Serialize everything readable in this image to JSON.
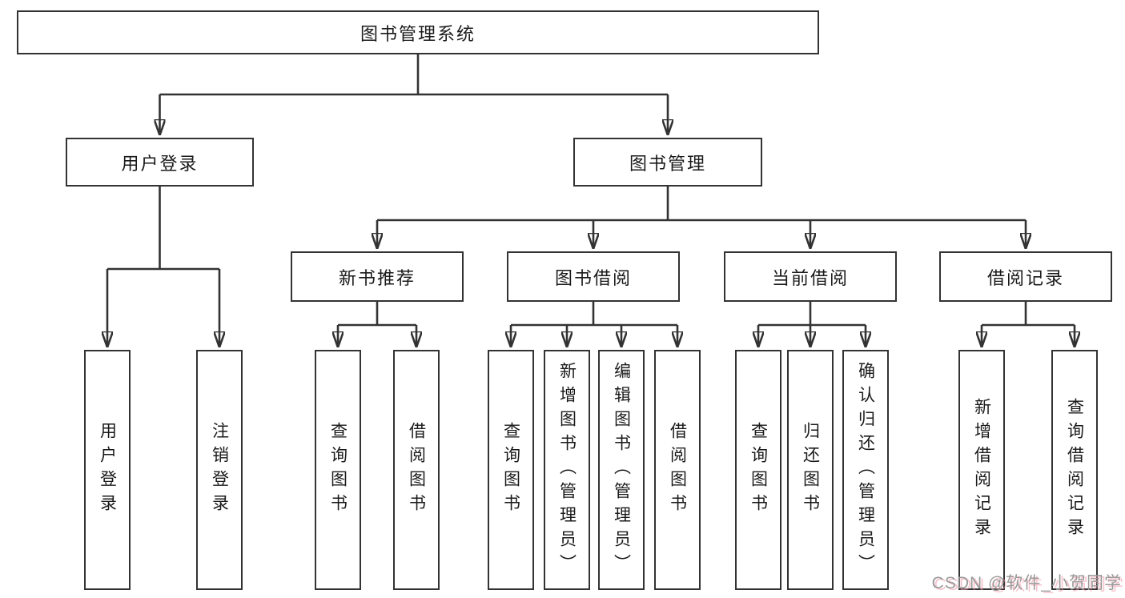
{
  "diagram": {
    "root": {
      "label": "图书管理系统"
    },
    "level2": [
      {
        "id": "user-login",
        "label": "用户登录"
      },
      {
        "id": "book-management",
        "label": "图书管理"
      }
    ],
    "level3": [
      {
        "id": "new-book-recommend",
        "label": "新书推荐"
      },
      {
        "id": "book-borrowing",
        "label": "图书借阅"
      },
      {
        "id": "current-borrowing",
        "label": "当前借阅"
      },
      {
        "id": "borrowing-records",
        "label": "借阅记录"
      }
    ],
    "leaves": [
      {
        "id": "user-login",
        "label": "用户登录"
      },
      {
        "id": "logout",
        "label": "注销登录"
      },
      {
        "id": "query-books-1",
        "label": "查询图书"
      },
      {
        "id": "borrow-books-1",
        "label": "借阅图书"
      },
      {
        "id": "query-books-2",
        "label": "查询图书"
      },
      {
        "id": "add-book-admin",
        "label": "新增图书（管理员）"
      },
      {
        "id": "edit-book-admin",
        "label": "编辑图书（管理员）"
      },
      {
        "id": "borrow-books-2",
        "label": "借阅图书"
      },
      {
        "id": "query-books-3",
        "label": "查询图书"
      },
      {
        "id": "return-books",
        "label": "归还图书"
      },
      {
        "id": "confirm-return-admin",
        "label": "确认归还（管理员）"
      },
      {
        "id": "add-borrow-record",
        "label": "新增借阅记录"
      },
      {
        "id": "query-borrow-record",
        "label": "查询借阅记录"
      }
    ],
    "watermark": "CSDN @软件_小贺同学",
    "colors": {
      "line": "#333333",
      "box_border": "#333333",
      "box_background": "#ffffff",
      "text": "#1a1a1a",
      "watermark_text": "#9a9a9a",
      "watermark_shadow": "#f096a5",
      "background": "#ffffff"
    }
  }
}
